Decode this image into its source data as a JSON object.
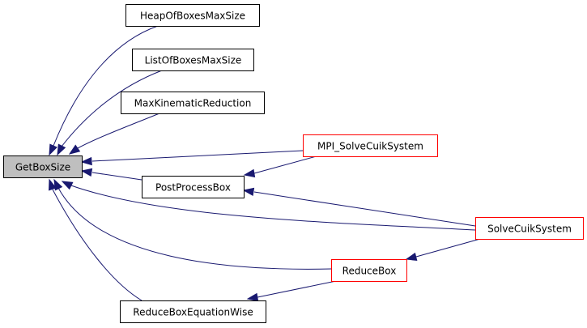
{
  "colors": {
    "edge": "#191970",
    "node_border_default": "#000000",
    "node_border_truncated": "#ff0000",
    "focus_fill": "#bfbfbf",
    "node_fill": "#ffffff"
  },
  "nodes": [
    {
      "id": "getboxsize",
      "label": "GetBoxSize",
      "style": "focus"
    },
    {
      "id": "heapofboxesmaxsize",
      "label": "HeapOfBoxesMaxSize",
      "style": "default"
    },
    {
      "id": "listofboxesmaxsize",
      "label": "ListOfBoxesMaxSize",
      "style": "default"
    },
    {
      "id": "maxkinematicreduction",
      "label": "MaxKinematicReduction",
      "style": "default"
    },
    {
      "id": "mpi-solvecuiksystem",
      "label": "MPI_SolveCuikSystem",
      "style": "truncated"
    },
    {
      "id": "postprocessbox",
      "label": "PostProcessBox",
      "style": "default"
    },
    {
      "id": "solvecuiksystem",
      "label": "SolveCuikSystem",
      "style": "truncated"
    },
    {
      "id": "reducebox",
      "label": "ReduceBox",
      "style": "truncated"
    },
    {
      "id": "reduceboxequationwise",
      "label": "ReduceBoxEquationWise",
      "style": "default"
    }
  ],
  "edges": [
    {
      "from": "heapofboxesmaxsize",
      "to": "getboxsize"
    },
    {
      "from": "listofboxesmaxsize",
      "to": "getboxsize"
    },
    {
      "from": "maxkinematicreduction",
      "to": "getboxsize"
    },
    {
      "from": "mpi-solvecuiksystem",
      "to": "getboxsize"
    },
    {
      "from": "postprocessbox",
      "to": "getboxsize"
    },
    {
      "from": "solvecuiksystem",
      "to": "getboxsize"
    },
    {
      "from": "reducebox",
      "to": "getboxsize"
    },
    {
      "from": "reduceboxequationwise",
      "to": "getboxsize"
    },
    {
      "from": "mpi-solvecuiksystem",
      "to": "postprocessbox"
    },
    {
      "from": "solvecuiksystem",
      "to": "postprocessbox"
    },
    {
      "from": "solvecuiksystem",
      "to": "reducebox"
    },
    {
      "from": "reducebox",
      "to": "reduceboxequationwise"
    }
  ]
}
